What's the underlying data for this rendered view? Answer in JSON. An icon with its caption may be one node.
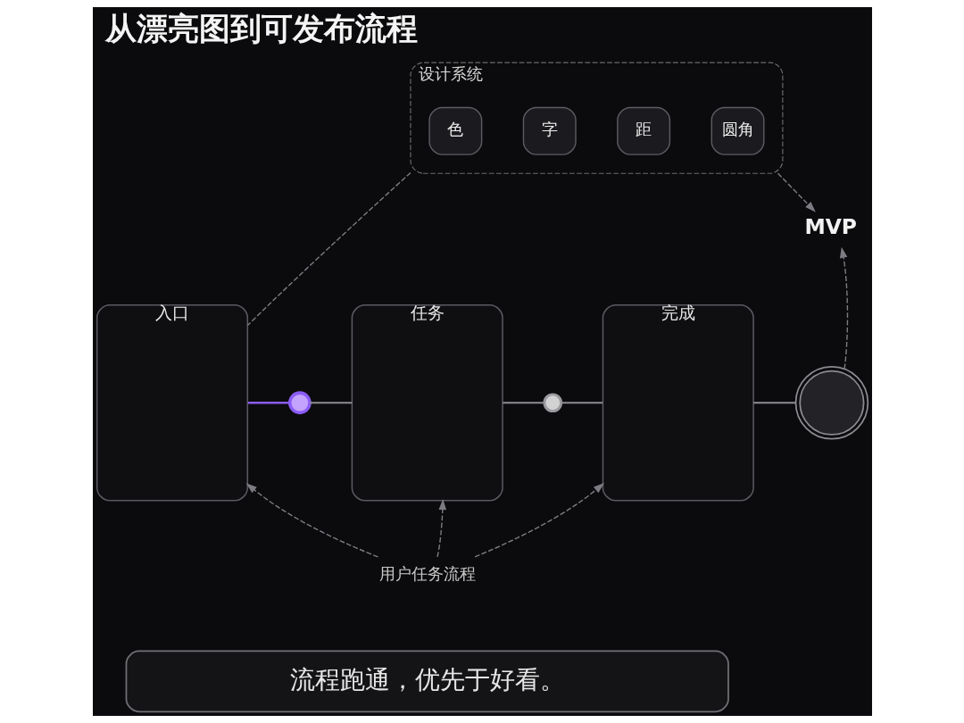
{
  "diagram": {
    "title": "从漂亮图到可发布流程",
    "nodes": [
      {
        "text": [
          "设计系统"
        ]
      },
      {
        "text": [
          "色"
        ],
        "in": 0
      },
      {
        "text": [
          "字"
        ],
        "in": 0
      },
      {
        "text": [
          "距"
        ],
        "in": 0
      },
      {
        "text": [
          "圆角"
        ],
        "in": 0
      },
      {
        "text": [
          "入口"
        ]
      },
      {
        "text": [],
        "shape": "circle"
      },
      {
        "text": [
          "任务"
        ]
      },
      {
        "text": [],
        "shape": "circle"
      },
      {
        "text": [
          "完成"
        ]
      },
      {
        "text": [
          "MVP"
        ]
      },
      {
        "text": [],
        "shape": "circle"
      },
      {
        "text": [
          "用户任务流程"
        ]
      },
      {
        "text": [
          "流程跑通，优先于好看。"
        ]
      }
    ],
    "edges": [
      {
        "from": 0,
        "to": 5,
        "arrow": "none",
        "style": "dashed"
      },
      {
        "from": 0,
        "to": 10,
        "arrow": "to",
        "style": "dashed"
      },
      {
        "from": 5,
        "to": 6,
        "arrow": "none",
        "color": "#8b5cf6"
      },
      {
        "from": 6,
        "to": 7,
        "arrow": "none"
      },
      {
        "from": 7,
        "to": 8,
        "arrow": "none"
      },
      {
        "from": 8,
        "to": 9,
        "arrow": "none"
      },
      {
        "from": 9,
        "to": 11,
        "arrow": "none"
      },
      {
        "from": 11,
        "to": 10,
        "arrow": "to",
        "style": "dashed"
      },
      {
        "from": 12,
        "to": 5,
        "arrow": "to",
        "style": "dashed"
      },
      {
        "from": 12,
        "to": 7,
        "arrow": "to",
        "style": "dashed"
      },
      {
        "from": 12,
        "to": 9,
        "arrow": "to",
        "style": "dashed"
      }
    ]
  }
}
